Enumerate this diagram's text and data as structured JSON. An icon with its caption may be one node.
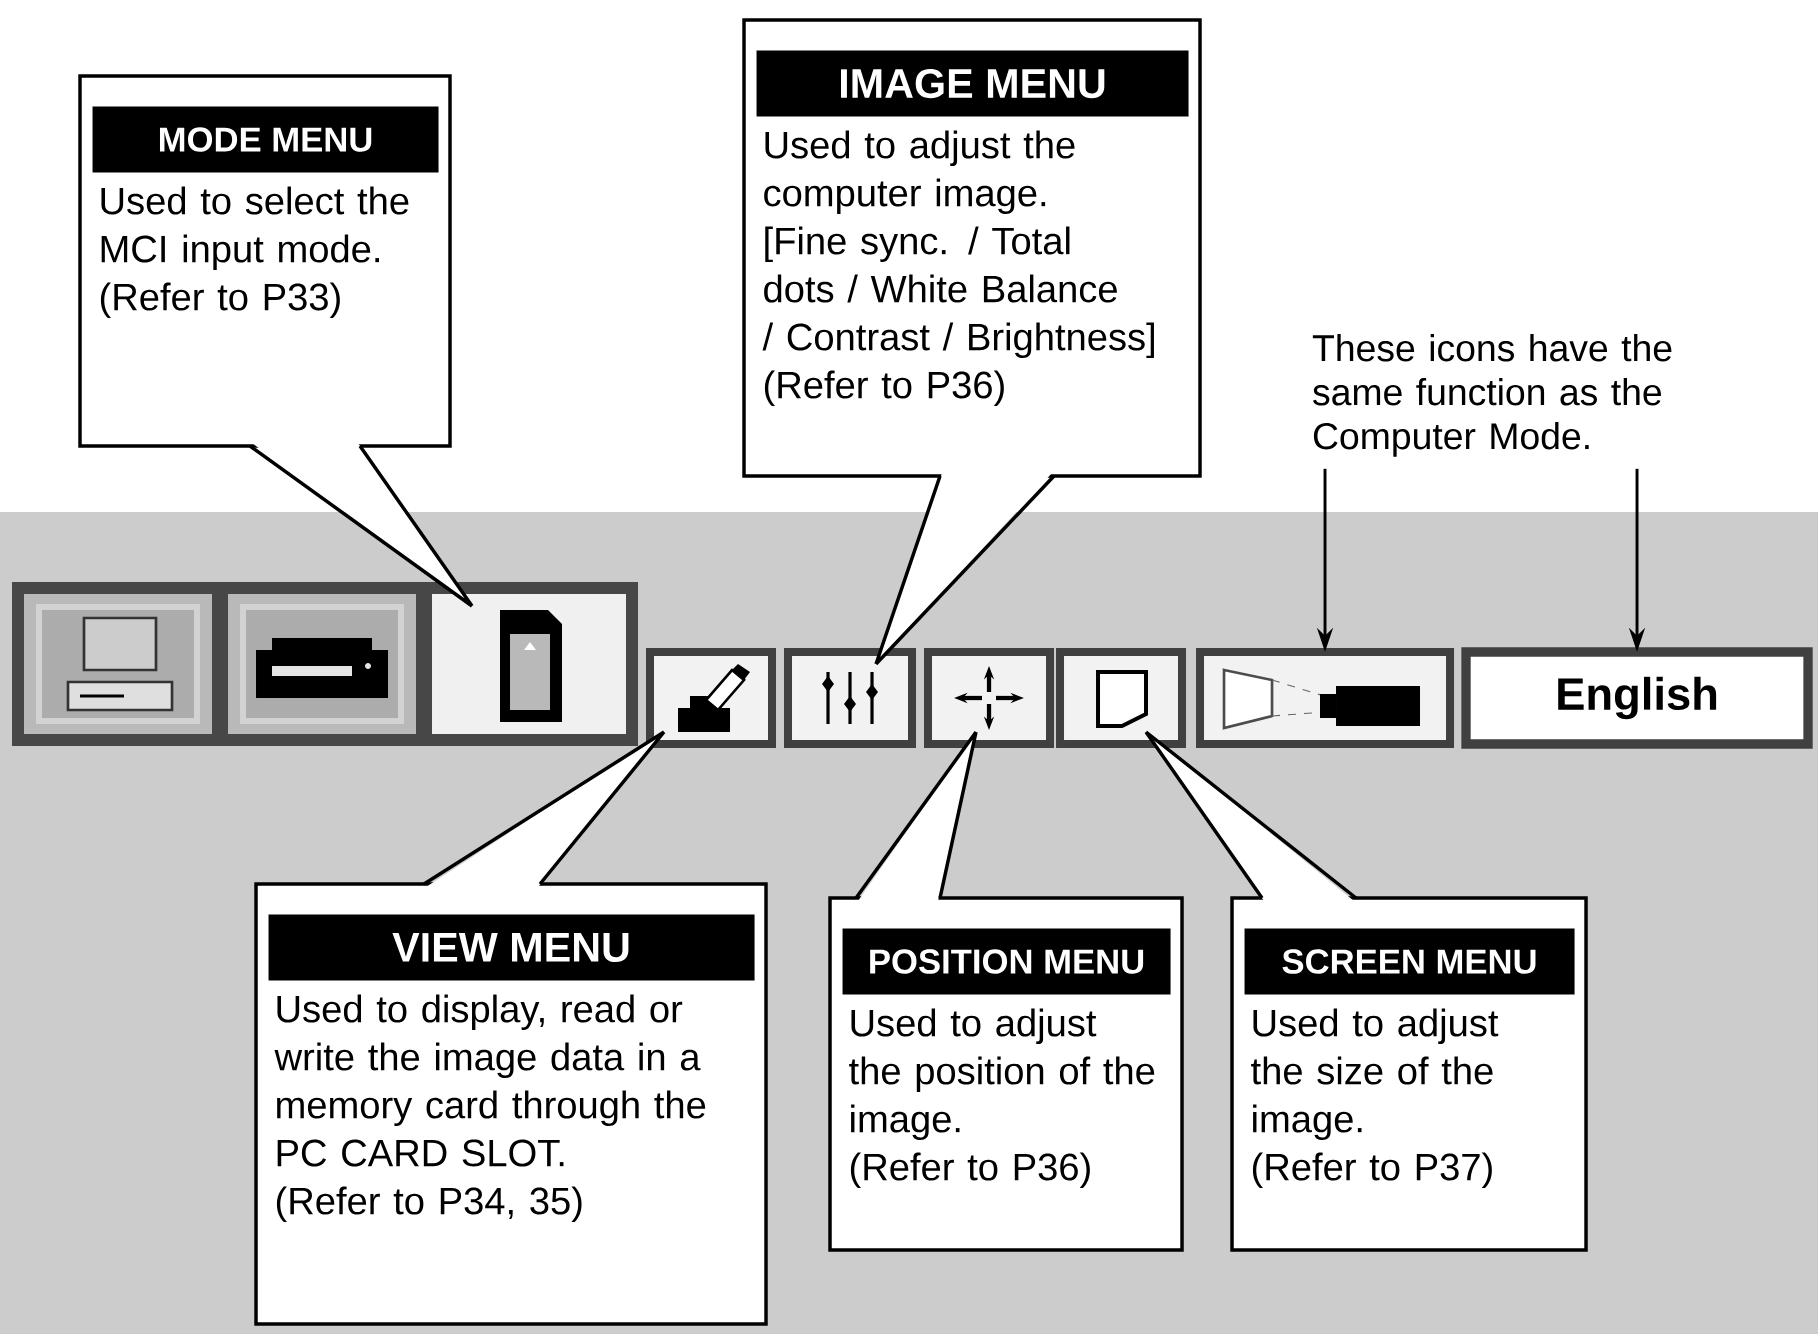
{
  "diagram": {
    "nodes": [
      {
        "text": [
          "MODE MENU",
          "Used to select the MCI input mode.",
          "(Refer to P33)"
        ]
      },
      {
        "text": [
          "IMAGE MENU",
          "Used to adjust the computer image. [Fine sync. / Total dots / White Balance / Contrast / Brightness]",
          "(Refer to P36)"
        ]
      },
      {
        "text": [
          "These icons have the same function as the Computer Mode."
        ]
      },
      {
        "text": [],
        "shape": "picture"
      },
      {
        "text": [],
        "shape": "picture"
      },
      {
        "text": [],
        "shape": "picture"
      },
      {
        "text": [],
        "shape": "picture"
      },
      {
        "text": [],
        "shape": "picture"
      },
      {
        "text": [],
        "shape": "picture"
      },
      {
        "text": [],
        "shape": "picture"
      },
      {
        "text": [],
        "shape": "picture"
      },
      {
        "text": [
          "English"
        ]
      },
      {
        "text": [
          "VIEW MENU",
          "Used to display, read or write the image data in a memory card through the PC CARD SLOT.",
          "(Refer to P34, 35)"
        ]
      },
      {
        "text": [
          "POSITION MENU",
          "Used to adjust the position of the image.",
          "(Refer to P36)"
        ]
      },
      {
        "text": [
          "SCREEN MENU",
          "Used to adjust the size of the image.",
          "(Refer to P37)"
        ]
      }
    ],
    "edges": [
      {
        "from": 0,
        "to": 5,
        "arrow": "none"
      },
      {
        "from": 1,
        "to": 7,
        "arrow": "none"
      },
      {
        "from": 2,
        "to": 10,
        "arrow": "to"
      },
      {
        "from": 2,
        "to": 11,
        "arrow": "to"
      },
      {
        "from": 12,
        "to": 6,
        "arrow": "none"
      },
      {
        "from": 13,
        "to": 8,
        "arrow": "none"
      },
      {
        "from": 14,
        "to": 9,
        "arrow": "none"
      }
    ]
  }
}
